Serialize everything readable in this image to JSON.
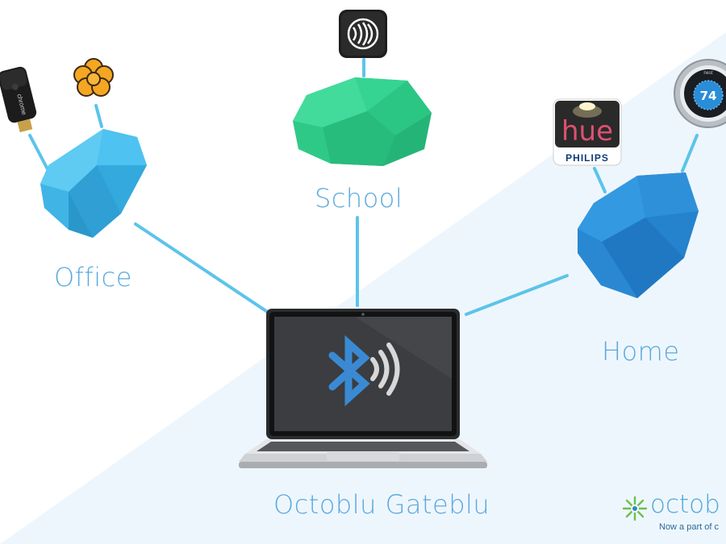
{
  "diagram": {
    "nodes": {
      "office": {
        "label": "Office",
        "color": "#3fb8ea"
      },
      "school": {
        "label": "School",
        "color": "#2fce8a"
      },
      "home": {
        "label": "Home",
        "color": "#2a8bd6"
      },
      "gateway": {
        "label": "Octoblu Gateblu"
      }
    },
    "devices": {
      "chromecast": {
        "text": "chrome",
        "icon": "chromecast-icon"
      },
      "flower": {
        "icon": "flower-icon",
        "color": "#f5a623"
      },
      "nfc": {
        "icon": "nfc-icon"
      },
      "hue": {
        "line1": "hue",
        "line2": "PHILIPS",
        "icon": "hue-icon"
      },
      "nest": {
        "value": "74",
        "brand": "nest",
        "icon": "thermostat-icon"
      }
    },
    "connector_color": "#5cc4ea"
  },
  "brand": {
    "name": "octob",
    "tagline": "Now a part of c"
  }
}
